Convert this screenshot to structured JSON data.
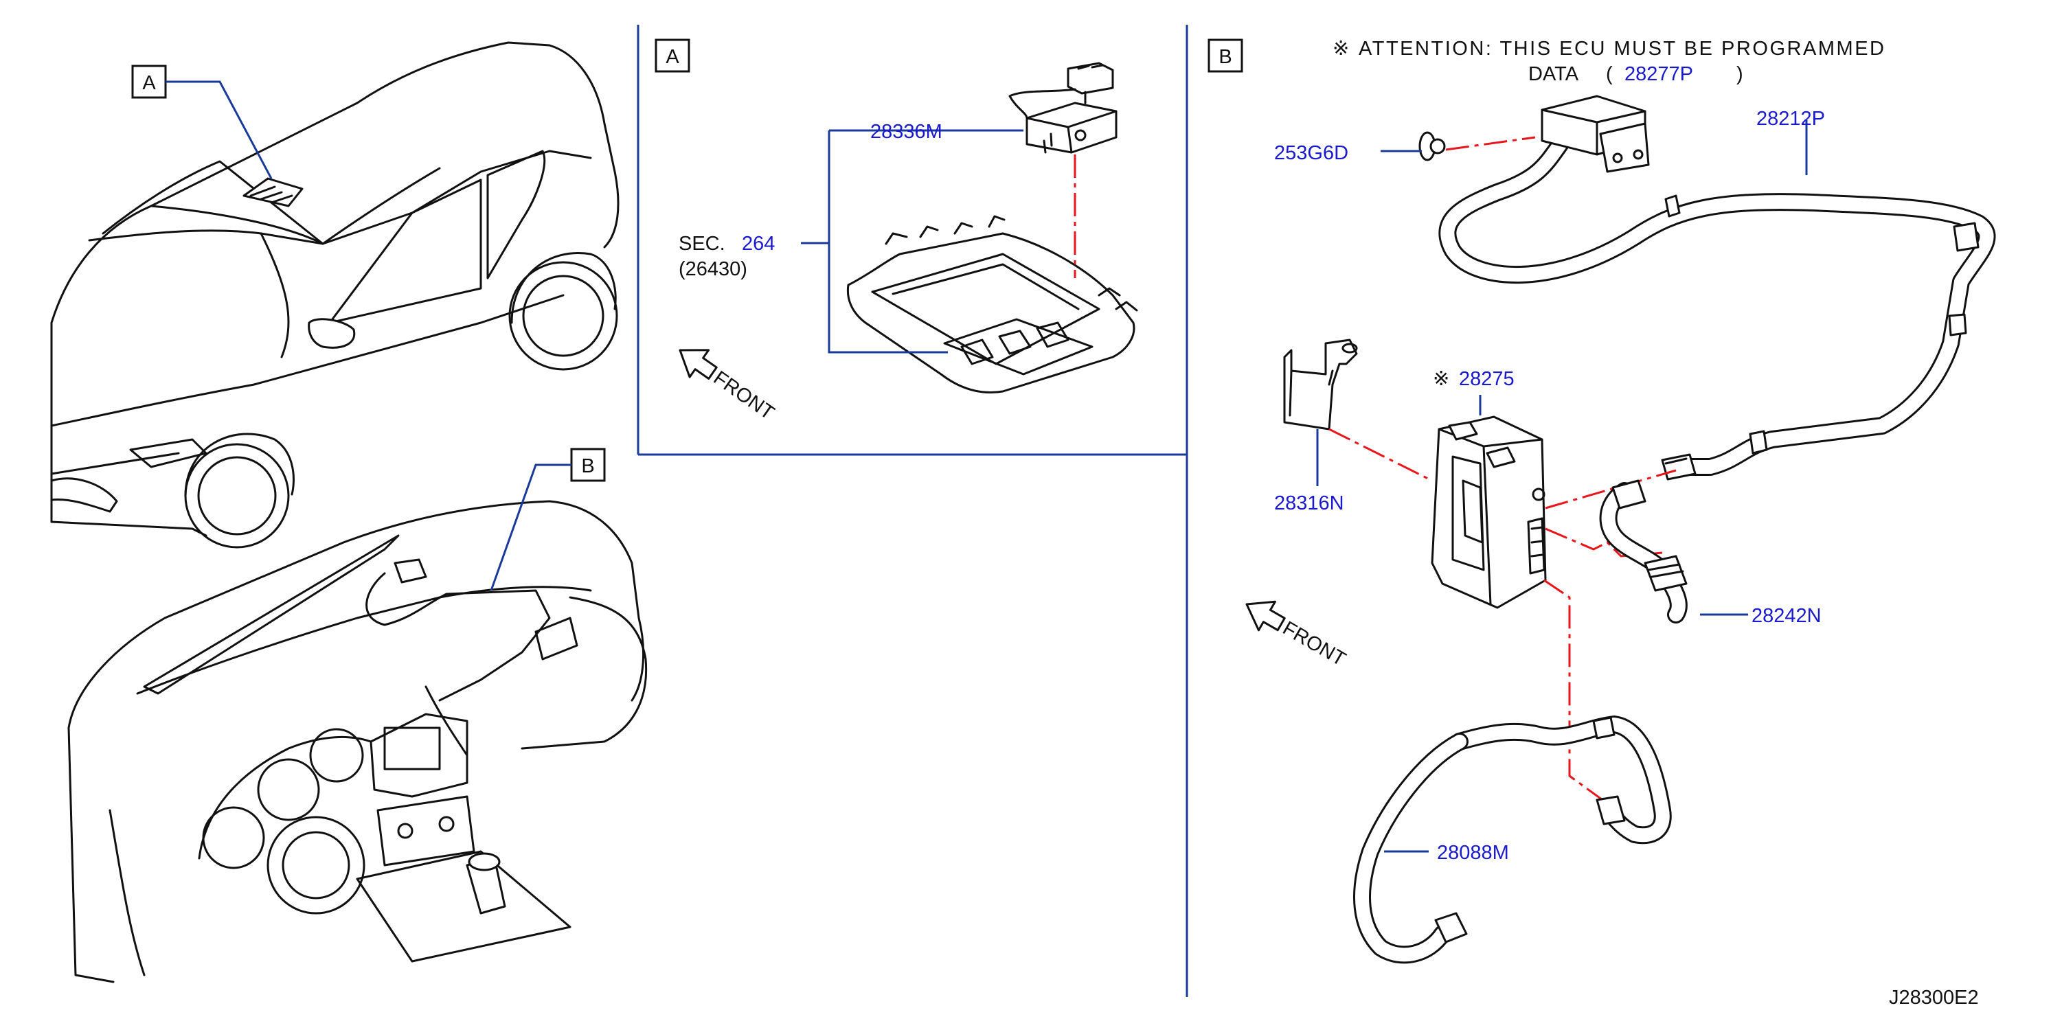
{
  "colors": {
    "label": "#1a1acc",
    "leader": "#1a3a9a",
    "phantom": "#e8151a",
    "line": "#111111"
  },
  "view_a": {
    "marker": "A",
    "label_28336M": "28336M",
    "sec_prefix": "SEC.",
    "sec_number": "264",
    "sec_ref": "(26430)",
    "front": "FRONT"
  },
  "view_b": {
    "marker": "B",
    "attention_mark": "※",
    "attention_line1": "ATTENTION: THIS ECU MUST BE PROGRAMMED",
    "attention_data": "DATA",
    "attention_open": "(",
    "attention_part": "28277P",
    "attention_close": ")",
    "label_253G6D": "253G6D",
    "label_28212P": "28212P",
    "label_28275_mark": "※",
    "label_28275": "28275",
    "label_28316N": "28316N",
    "label_28242N": "28242N",
    "label_28088M": "28088M",
    "front": "FRONT"
  },
  "overview": {
    "marker_a": "A",
    "marker_b": "B"
  },
  "diagram_code": "J28300E2"
}
